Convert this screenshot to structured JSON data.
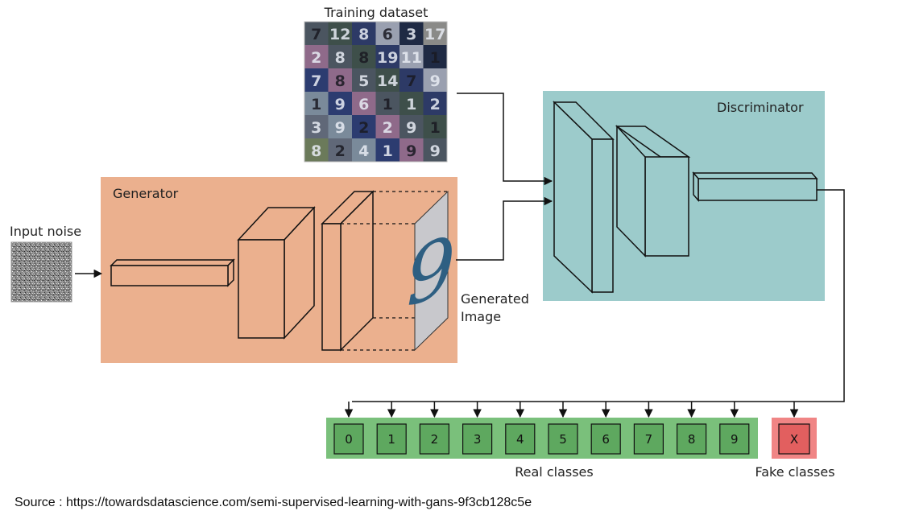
{
  "labels": {
    "training_dataset": "Training dataset",
    "generator": "Generator",
    "discriminator": "Discriminator",
    "input_noise": "Input noise",
    "generated_image_line1": "Generated",
    "generated_image_line2": "Image",
    "real_classes": "Real classes",
    "fake_classes": "Fake classes",
    "generated_digit": "9"
  },
  "real_classes": [
    "0",
    "1",
    "2",
    "3",
    "4",
    "5",
    "6",
    "7",
    "8",
    "9"
  ],
  "fake_class": "X",
  "dataset_digits": [
    [
      "7",
      "12",
      "8",
      "6",
      "3",
      "17"
    ],
    [
      "2",
      "8",
      "8",
      "19",
      "11",
      "1"
    ],
    [
      "7",
      "8",
      "5",
      "14",
      "7",
      "9"
    ],
    [
      "1",
      "9",
      "6",
      "1",
      "1",
      "2"
    ],
    [
      "3",
      "9",
      "2",
      "2",
      "9",
      "1"
    ],
    [
      "8",
      "2",
      "4",
      "1",
      "9",
      "9"
    ]
  ],
  "source": "Source : https://towardsdatascience.com/semi-supervised-learning-with-gans-9f3cb128c5e",
  "colors": {
    "generator_bg": "#ebb08e",
    "discriminator_bg": "#9ccbcb",
    "real_classes_bg": "#7ac07b",
    "real_class_box": "#5ea85f",
    "fake_class_bg": "#f08585",
    "fake_class_box": "#e25f5f",
    "generated_image_bg": "#c8c8cc",
    "generated_digit": "#2e5f82"
  }
}
